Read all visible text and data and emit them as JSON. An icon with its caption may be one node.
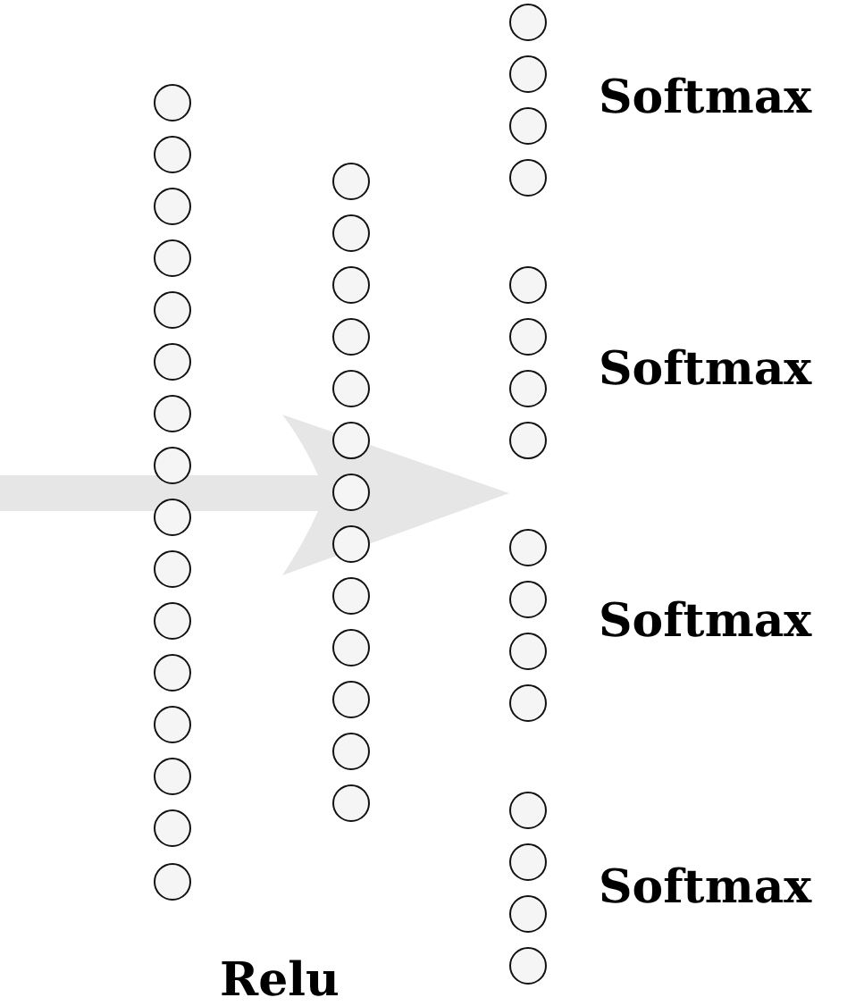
{
  "diagram": {
    "nodes": [
      {
        "text": [],
        "shape": "circle"
      },
      {
        "text": [],
        "shape": "circle"
      },
      {
        "text": [],
        "shape": "circle"
      },
      {
        "text": [],
        "shape": "circle"
      },
      {
        "text": [],
        "shape": "circle"
      },
      {
        "text": [],
        "shape": "circle"
      },
      {
        "text": [],
        "shape": "circle"
      },
      {
        "text": [],
        "shape": "circle"
      },
      {
        "text": [],
        "shape": "circle"
      },
      {
        "text": [],
        "shape": "circle"
      },
      {
        "text": [],
        "shape": "circle"
      },
      {
        "text": [],
        "shape": "circle"
      },
      {
        "text": [],
        "shape": "circle"
      },
      {
        "text": [],
        "shape": "circle"
      },
      {
        "text": [],
        "shape": "circle"
      },
      {
        "text": [],
        "shape": "circle"
      },
      {
        "text": [],
        "shape": "circle"
      },
      {
        "text": [],
        "shape": "circle"
      },
      {
        "text": [],
        "shape": "circle"
      },
      {
        "text": [],
        "shape": "circle"
      },
      {
        "text": [],
        "shape": "circle"
      },
      {
        "text": [],
        "shape": "circle"
      },
      {
        "text": [],
        "shape": "circle"
      },
      {
        "text": [],
        "shape": "circle"
      },
      {
        "text": [],
        "shape": "circle"
      },
      {
        "text": [],
        "shape": "circle"
      },
      {
        "text": [],
        "shape": "circle"
      },
      {
        "text": [],
        "shape": "circle"
      },
      {
        "text": [],
        "shape": "circle"
      },
      {
        "text": [],
        "shape": "circle"
      },
      {
        "text": [],
        "shape": "circle"
      },
      {
        "text": [],
        "shape": "circle"
      },
      {
        "text": [],
        "shape": "circle"
      },
      {
        "text": [],
        "shape": "circle"
      },
      {
        "text": [],
        "shape": "circle"
      },
      {
        "text": [],
        "shape": "circle"
      },
      {
        "text": [],
        "shape": "circle"
      },
      {
        "text": [],
        "shape": "circle"
      },
      {
        "text": [],
        "shape": "circle"
      },
      {
        "text": [],
        "shape": "circle"
      },
      {
        "text": [],
        "shape": "circle"
      },
      {
        "text": [],
        "shape": "circle"
      },
      {
        "text": [],
        "shape": "circle"
      },
      {
        "text": [],
        "shape": "circle"
      },
      {
        "text": [],
        "shape": "circle"
      }
    ],
    "labels": [
      "Softmax",
      "Softmax",
      "Softmax",
      "Softmax",
      "Relu"
    ]
  }
}
